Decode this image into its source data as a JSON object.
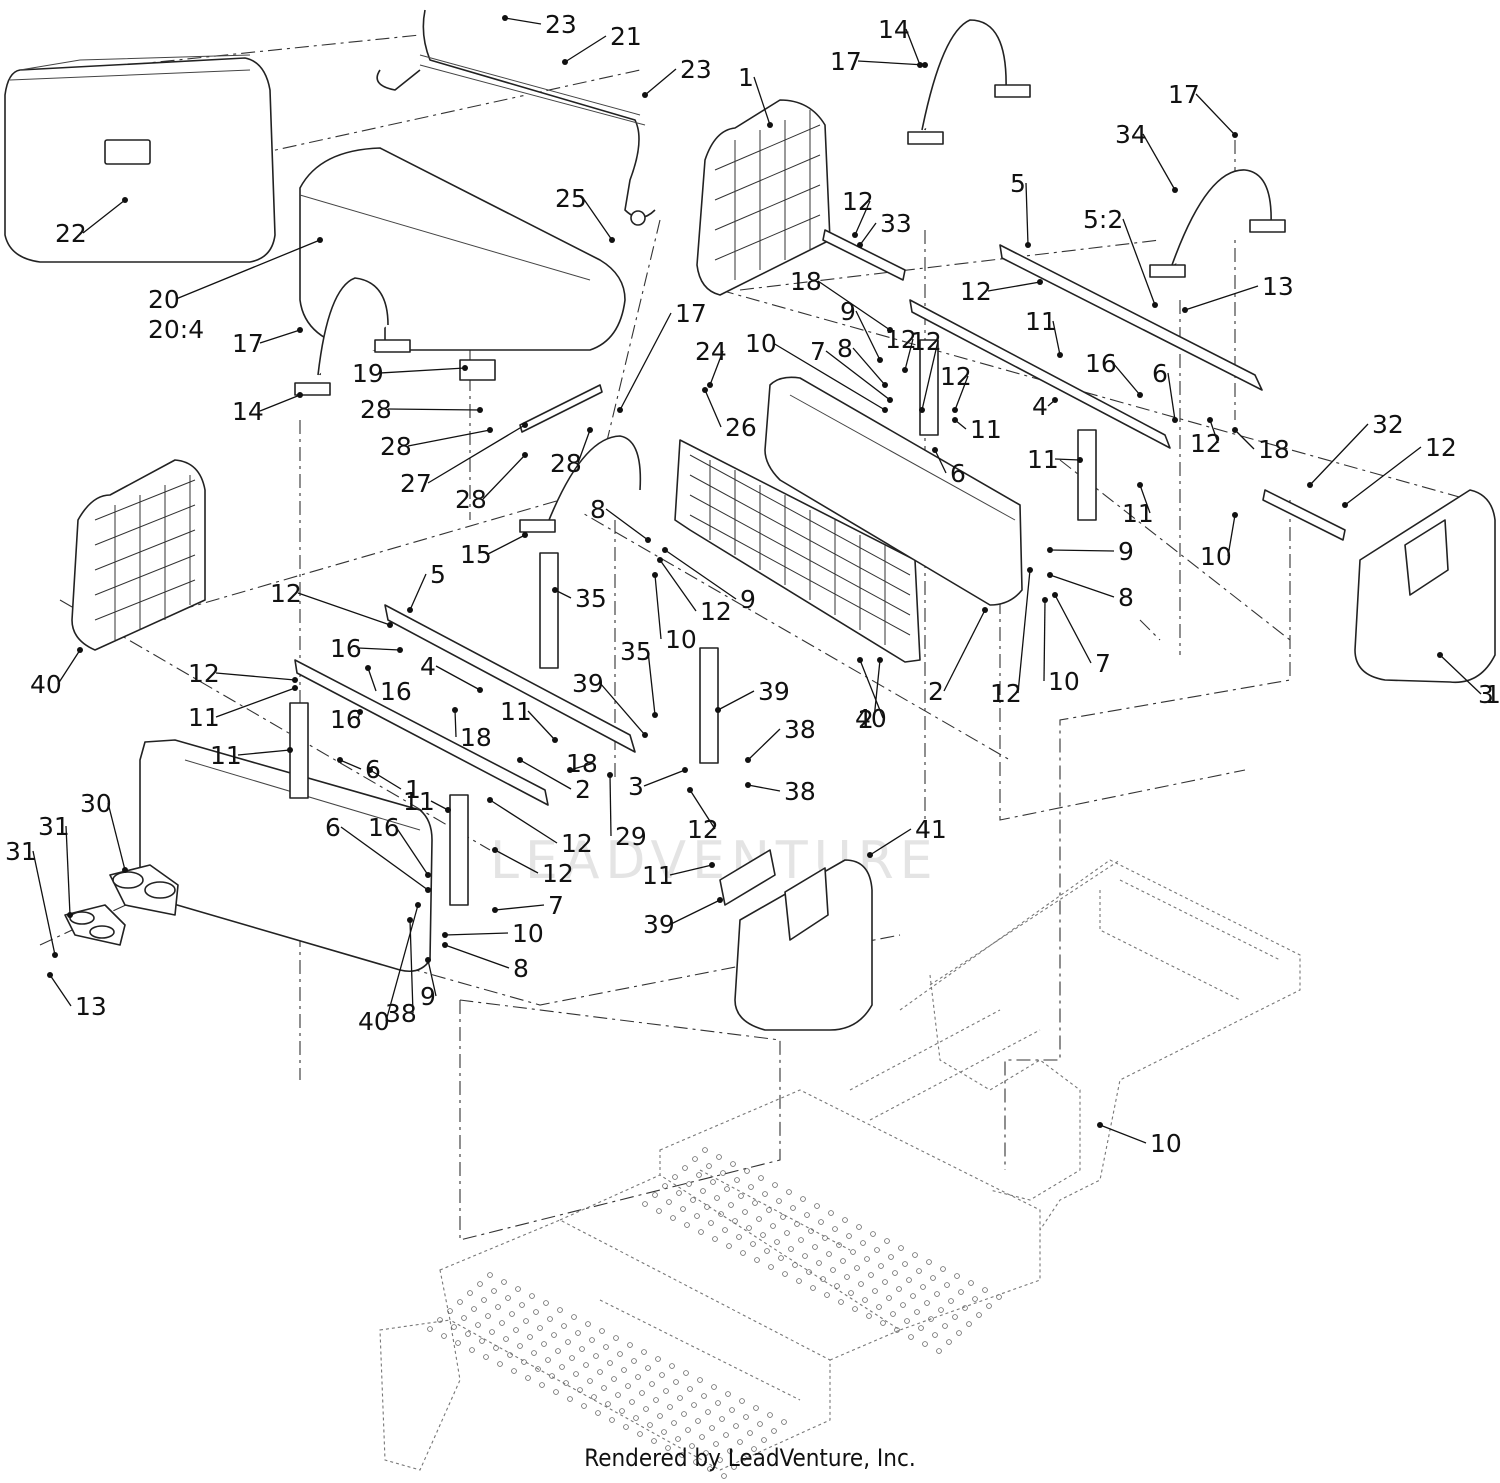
{
  "footer": "Rendered by LeadVenture, Inc.",
  "watermark": "LEADVENTURE",
  "callouts": [
    "23",
    "21",
    "23",
    "22",
    "25",
    "20",
    "20:4",
    "17",
    "19",
    "14",
    "28",
    "28",
    "27",
    "28",
    "28",
    "17",
    "24",
    "26",
    "14",
    "17",
    "1",
    "12",
    "33",
    "18",
    "9",
    "12",
    "8",
    "12",
    "7",
    "10",
    "12",
    "11",
    "16",
    "11",
    "4",
    "6",
    "11",
    "6",
    "11",
    "12",
    "10",
    "13",
    "5",
    "5:2",
    "17",
    "34",
    "12",
    "18",
    "32",
    "12",
    "10",
    "9",
    "8",
    "7",
    "10",
    "12",
    "2",
    "3",
    "2",
    "8",
    "9",
    "12",
    "10",
    "15",
    "35",
    "5",
    "12",
    "16",
    "12",
    "16",
    "11",
    "4",
    "18",
    "16",
    "11",
    "11",
    "6",
    "1",
    "2",
    "40",
    "40",
    "35",
    "39",
    "39",
    "38",
    "38",
    "3",
    "12",
    "41",
    "11",
    "39",
    "12",
    "7",
    "10",
    "8",
    "9",
    "38",
    "40",
    "6",
    "16",
    "11",
    "12",
    "18",
    "29",
    "30",
    "31",
    "31",
    "13",
    "10"
  ]
}
